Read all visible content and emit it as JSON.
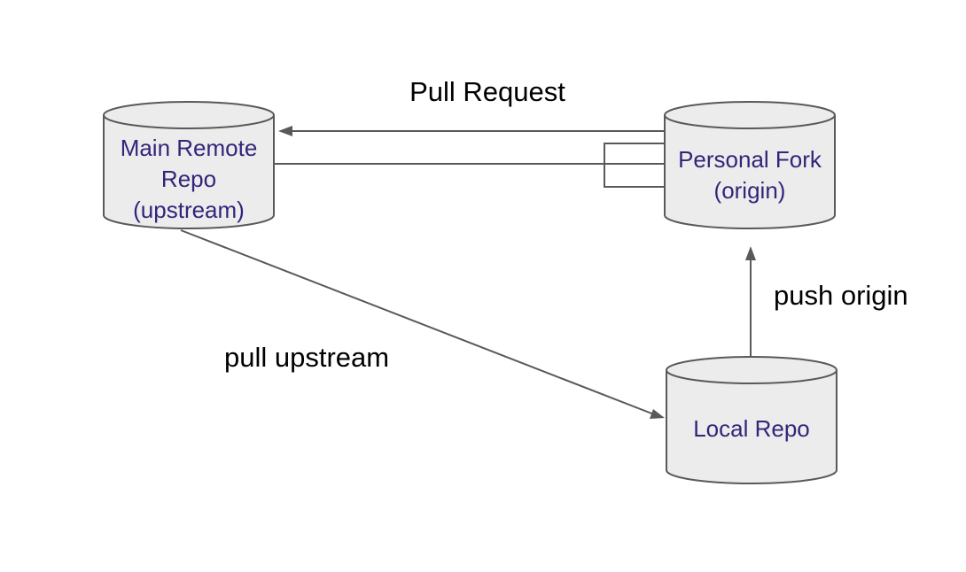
{
  "diagram": {
    "nodes": {
      "main_remote": {
        "lines": [
          "Main Remote",
          "Repo",
          "(upstream)"
        ]
      },
      "personal_fork": {
        "lines": [
          "Personal Fork",
          "(origin)"
        ]
      },
      "local_repo": {
        "lines": [
          "Local Repo"
        ]
      }
    },
    "edges": {
      "pull_request": {
        "label": "Pull Request"
      },
      "push_origin": {
        "label": "push origin"
      },
      "pull_upstream": {
        "label": "pull upstream"
      }
    },
    "colors": {
      "node_fill": "#ececec",
      "node_stroke": "#595959",
      "node_text": "#35247a",
      "edge_stroke": "#595959",
      "edge_text": "#000000"
    }
  }
}
